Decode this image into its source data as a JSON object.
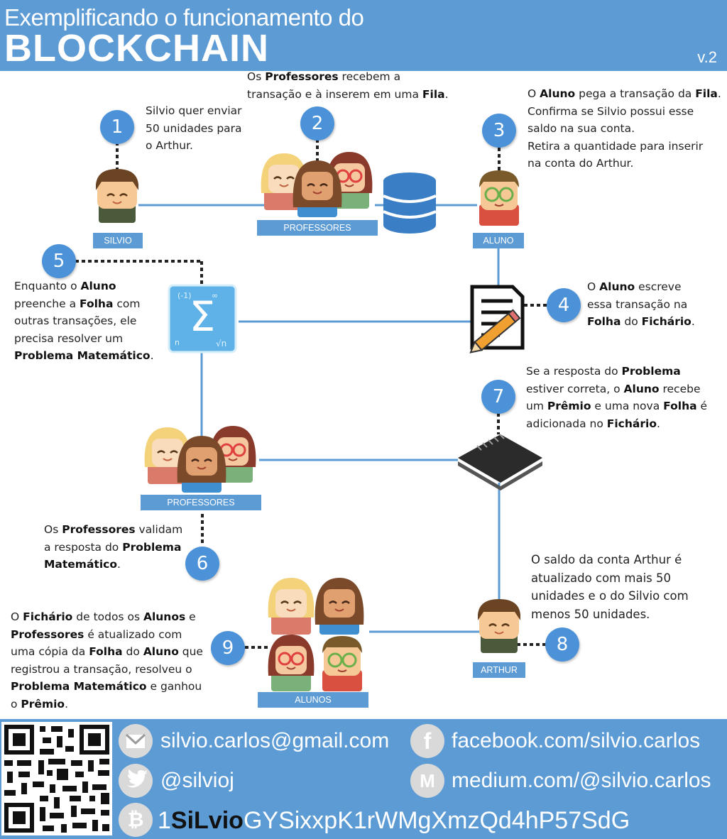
{
  "header": {
    "subtitle": "Exemplificando o funcionamento do",
    "title": "BLOCKCHAIN",
    "version": "v.2"
  },
  "labels": {
    "silvio": "SILVIO",
    "professores_top": "PROFESSORES",
    "aluno": "ALUNO",
    "professores_mid": "PROFESSORES",
    "arthur": "ARTHUR",
    "alunos": "ALUNOS"
  },
  "steps": {
    "s1": {
      "number": "1",
      "lines": [
        [
          "Silvio quer enviar"
        ],
        [
          "50 unidades para"
        ],
        [
          "o Arthur."
        ]
      ]
    },
    "s2": {
      "number": "2",
      "lines": [
        [
          "Os ",
          "*Professores",
          " recebem a"
        ],
        [
          "transação e à inserem em uma ",
          "*Fila",
          "."
        ]
      ]
    },
    "s3": {
      "number": "3",
      "lines": [
        [
          "O ",
          "*Aluno",
          " pega a transação da ",
          "*Fila",
          "."
        ],
        [
          "Confirma se Silvio possui esse"
        ],
        [
          "saldo na sua conta."
        ],
        [
          "Retira a quantidade para inserir"
        ],
        [
          "na conta do Arthur."
        ]
      ]
    },
    "s4": {
      "number": "4",
      "lines": [
        [
          "O ",
          "*Aluno",
          " escreve"
        ],
        [
          "essa transação na"
        ],
        [
          "*Folha",
          " do ",
          "*Fichário",
          "."
        ]
      ]
    },
    "s5": {
      "number": "5",
      "lines": [
        [
          "Enquanto o ",
          "*Aluno"
        ],
        [
          "preenche a ",
          "*Folha",
          " com"
        ],
        [
          "outras transações, ele"
        ],
        [
          "precisa resolver um"
        ],
        [
          "*Problema Matemático",
          "."
        ]
      ]
    },
    "s6": {
      "number": "6",
      "lines": [
        [
          "Os ",
          "*Professores",
          " validam"
        ],
        [
          "a resposta do ",
          "*Problema"
        ],
        [
          "*Matemático",
          "."
        ]
      ]
    },
    "s7": {
      "number": "7",
      "lines": [
        [
          "Se a resposta do ",
          "*Problema"
        ],
        [
          "estiver correta, o ",
          "*Aluno",
          " recebe"
        ],
        [
          "um ",
          "*Prêmio",
          " e uma nova ",
          "*Folha",
          " é"
        ],
        [
          "adicionada no ",
          "*Fichário",
          "."
        ]
      ]
    },
    "s8": {
      "number": "8",
      "lines": [
        [
          "O saldo da conta Arthur é"
        ],
        [
          "atualizado com mais 50"
        ],
        [
          "unidades e o do Silvio com"
        ],
        [
          "menos 50 unidades."
        ]
      ]
    },
    "s9": {
      "number": "9",
      "lines": [
        [
          "O ",
          "*Fichário",
          " de todos os ",
          "*Alunos",
          " e"
        ],
        [
          "*Professores",
          " é atualizado com"
        ],
        [
          "uma cópia da ",
          "*Folha",
          " do ",
          "*Aluno",
          " que"
        ],
        [
          "registrou a transação, resolveu o"
        ],
        [
          "*Problema Matemático",
          " e ganhou"
        ],
        [
          "o ",
          "*Prêmio",
          "."
        ]
      ]
    }
  },
  "footer": {
    "email": "silvio.carlos@gmail.com",
    "twitter": "@silvioj",
    "facebook": "facebook.com/silvio.carlos",
    "medium": "medium.com/@silvio.carlos",
    "btc_prefix": "1",
    "btc_highlight": "SiLvio",
    "btc_suffix": "GYSixxpK1rWMgXmzQd4hP57SdG",
    "icons": {
      "email": "mail-icon",
      "twitter": "twitter-icon",
      "facebook": "facebook-icon",
      "medium": "medium-icon",
      "bitcoin": "bitcoin-icon"
    }
  },
  "colors": {
    "header_bg": "#5d9bd5",
    "badge": "#4c92d9",
    "connector": "#5d9bd5",
    "footer_icon": "#d9d9d9"
  }
}
